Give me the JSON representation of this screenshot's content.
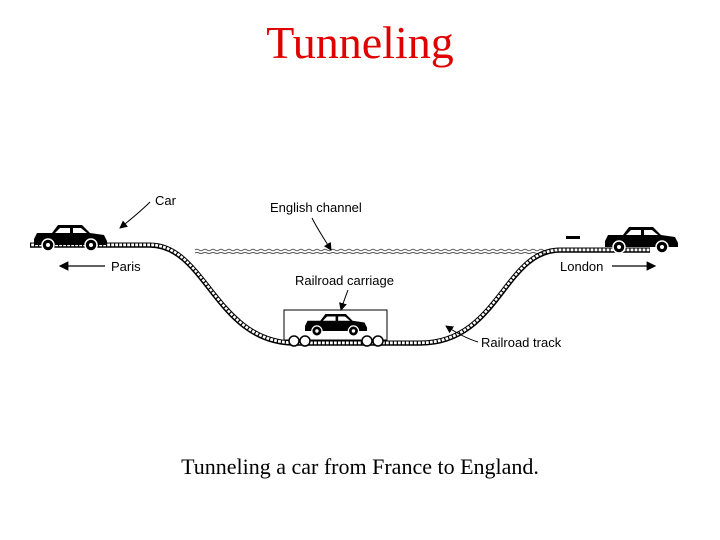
{
  "slide": {
    "title": "Tunneling",
    "caption": "Tunneling a car from France to England."
  },
  "diagram": {
    "labels": {
      "car": "Car",
      "channel": "English channel",
      "carriage": "Railroad carriage",
      "track": "Railroad track",
      "paris": "Paris",
      "london": "London"
    }
  }
}
